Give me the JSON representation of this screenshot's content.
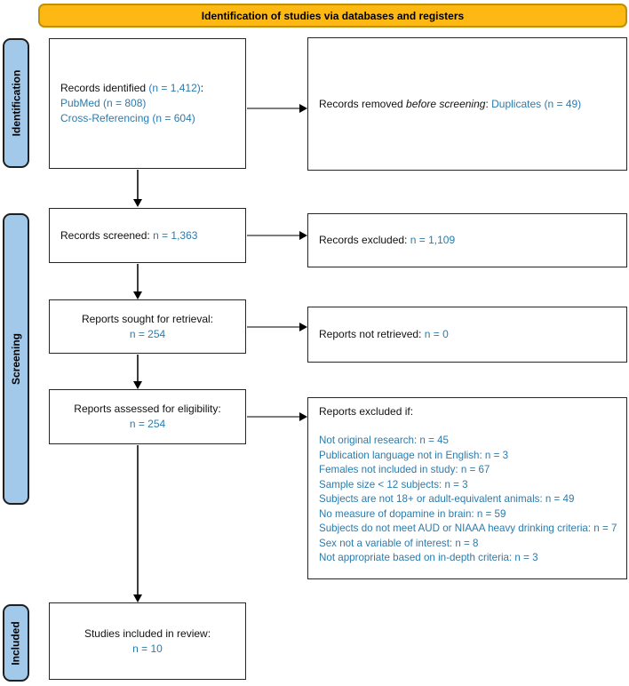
{
  "banner": {
    "label": "Identification of studies via databases and registers"
  },
  "stages": {
    "identification": "Identification",
    "screening": "Screening",
    "included": "Included"
  },
  "colors": {
    "banner_fill": "#FDB813",
    "banner_border": "#BF9000",
    "stage_fill": "#A2C8EA",
    "link_blue": "#2B7BAD",
    "box_border": "#262626"
  },
  "flow": {
    "records_identified": {
      "l1_prefix": "Records identified ",
      "l1_value": "(n = 1,412)",
      "l1_suffix": ":",
      "l2": "PubMed (n = 808)",
      "l3": "Cross-Referencing (n = 604)"
    },
    "records_removed": {
      "prefix": "Records removed ",
      "italic": "before screening",
      "mid": ": ",
      "value": "Duplicates (n = 49)"
    },
    "records_screened": {
      "label": "Records screened: ",
      "value": "n = 1,363"
    },
    "records_excluded": {
      "label": "Records excluded: ",
      "value": "n = 1,109"
    },
    "reports_sought": {
      "label": "Reports sought for retrieval:",
      "value": "n = 254"
    },
    "reports_not_retrieved": {
      "label": "Reports not retrieved: ",
      "value": "n = 0"
    },
    "reports_assessed": {
      "label": "Reports assessed for eligibility:",
      "value": "n = 254"
    },
    "reports_excluded": {
      "title": "Reports excluded if:",
      "reasons": [
        "Not original research: n = 45",
        "Publication language not in English: n = 3",
        "Females not included in study: n = 67",
        "Sample size < 12 subjects: n = 3",
        "Subjects are not 18+ or adult-equivalent animals: n = 49",
        "No measure of dopamine in brain: n = 59",
        "Subjects do not meet AUD or NIAAA heavy drinking criteria: n = 7",
        "Sex not a variable of interest: n = 8",
        "Not appropriate based on in-depth criteria: n = 3"
      ]
    },
    "studies_included": {
      "label": "Studies included in review:",
      "value": "n = 10"
    }
  }
}
